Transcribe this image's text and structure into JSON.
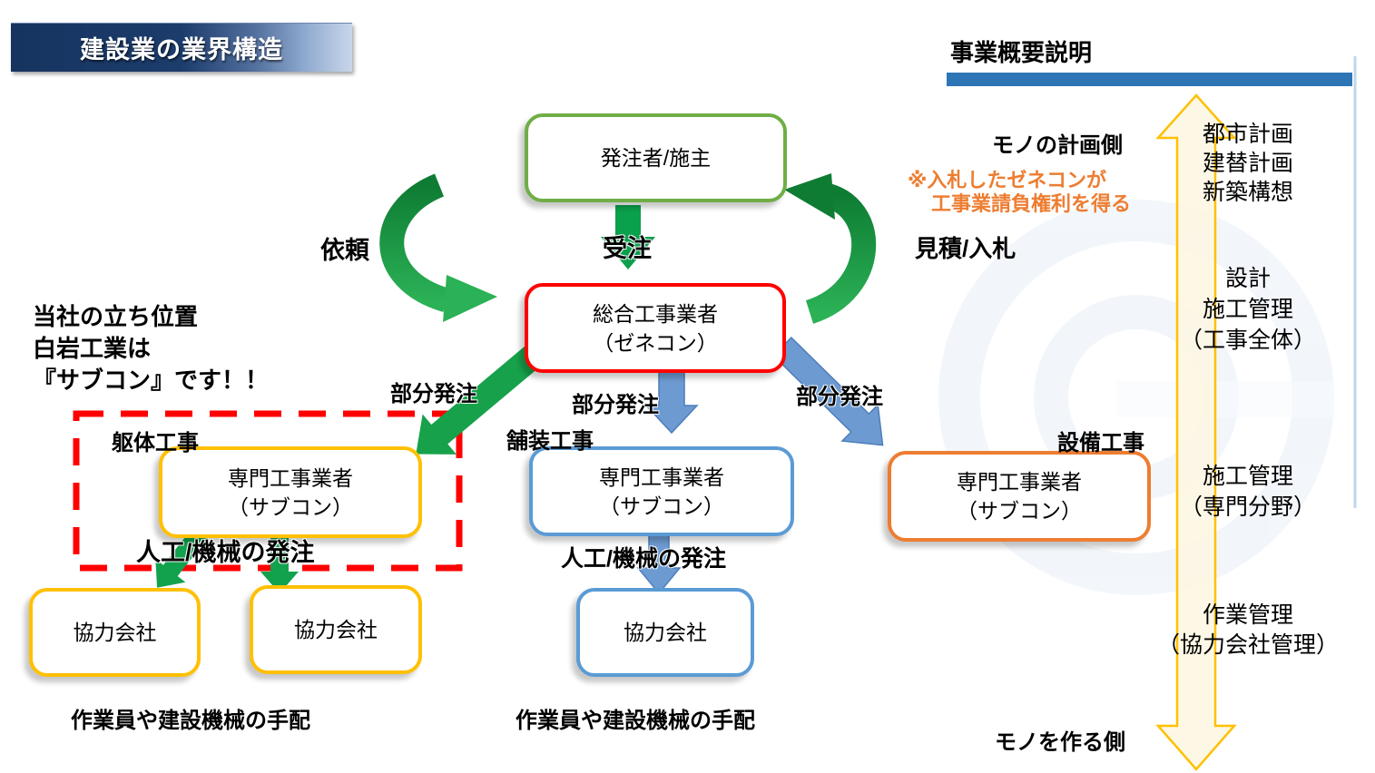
{
  "slide": {
    "title": "建設業の業界構造",
    "overview_heading": "事業概要説明"
  },
  "boxes": {
    "owner": {
      "label": "発注者/施主"
    },
    "general_contractor": {
      "line1": "総合工事業者",
      "line2": "（ゼネコン）"
    },
    "subcontractor_frame": {
      "line1": "専門工事業者",
      "line2": "（サブコン）"
    },
    "subcontractor_paving": {
      "line1": "専門工事業者",
      "line2": "（サブコン）"
    },
    "subcontractor_equipment": {
      "line1": "専門工事業者",
      "line2": "（サブコン）"
    },
    "partner_frame_1": {
      "label": "協力会社"
    },
    "partner_frame_2": {
      "label": "協力会社"
    },
    "partner_paving": {
      "label": "協力会社"
    }
  },
  "arrow_labels": {
    "request": "依頼",
    "receive_order": "受注",
    "estimate_bid": "見積/入札",
    "partial_order_frame": "部分発注",
    "partial_order_paving": "部分発注",
    "partial_order_equipment": "部分発注",
    "labor_machine_order_frame": "人工/機械の発注",
    "labor_machine_order_paving": "人工/機械の発注"
  },
  "category_labels": {
    "frame_works": "躯体工事",
    "paving_works": "舗装工事",
    "equipment_works": "設備工事"
  },
  "bottom_notes": {
    "arrange_frame": "作業員や建設機械の手配",
    "arrange_paving": "作業員や建設機械の手配"
  },
  "note": {
    "line1": "※入札したゼネコンが",
    "line2": "工事業請負権利を得る"
  },
  "position_statement": {
    "line1": "当社の立ち位置",
    "line2": "白岩工業は",
    "line3": "『サブコン』です！！"
  },
  "process_axis": {
    "top_label": "モノの計画側",
    "bottom_label": "モノを作る側",
    "stages": [
      {
        "lines": [
          "都市計画",
          "建替計画",
          "新築構想"
        ]
      },
      {
        "lines": [
          "設計",
          "施工管理",
          "（工事全体）"
        ]
      },
      {
        "lines": [
          "施工管理",
          "（専門分野）"
        ]
      },
      {
        "lines": [
          "作業管理",
          "（協力会社管理）"
        ]
      }
    ]
  },
  "colors": {
    "banner_navy": "#16345F",
    "header_bar_blue": "#2E75B6",
    "owner_box_green": "#6FAE46",
    "general_box_red": "#FE0000",
    "subcon_gold": "#FFC003",
    "subcon_blue": "#5B9BD5",
    "subcon_orange": "#ED7D31",
    "arrow_green": "#12A24E",
    "arrow_blue": "#6D9BD1",
    "note_orange": "#ED7D31",
    "axis_arrow_gold": "#FFC000",
    "dashed_frame_red": "#FF0000"
  }
}
